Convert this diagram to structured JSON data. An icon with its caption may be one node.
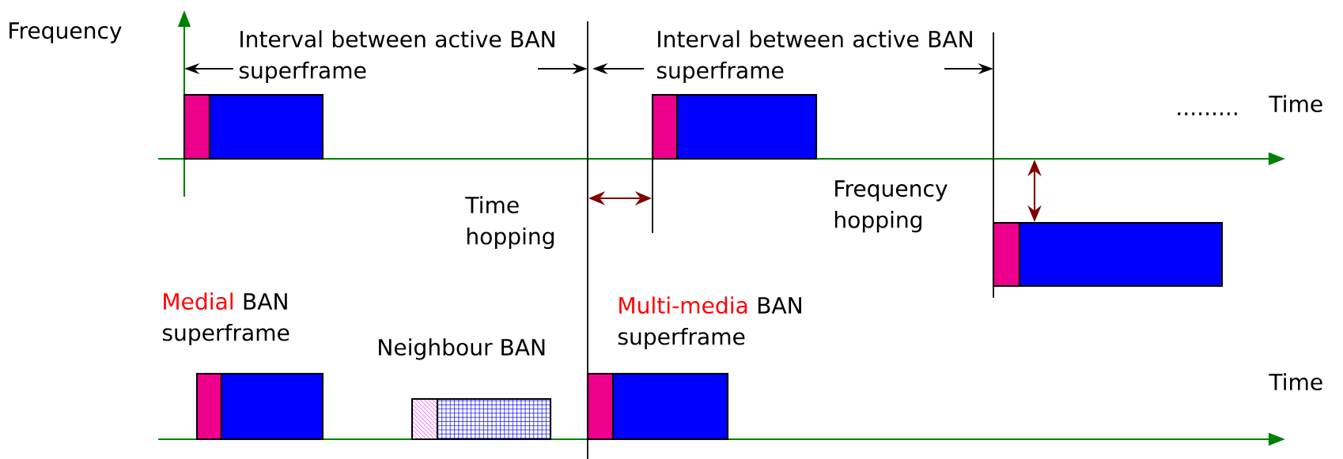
{
  "diagram": {
    "labels": [
      "Frequency",
      "Interval between active BAN superframe",
      "Interval between active BAN superframe",
      "Time",
      ".........",
      "Time hopping",
      "Frequency hopping",
      "Medial",
      "BAN superframe",
      "Neighbour BAN",
      "Multi-media",
      "BAN superframe",
      "Time"
    ]
  }
}
